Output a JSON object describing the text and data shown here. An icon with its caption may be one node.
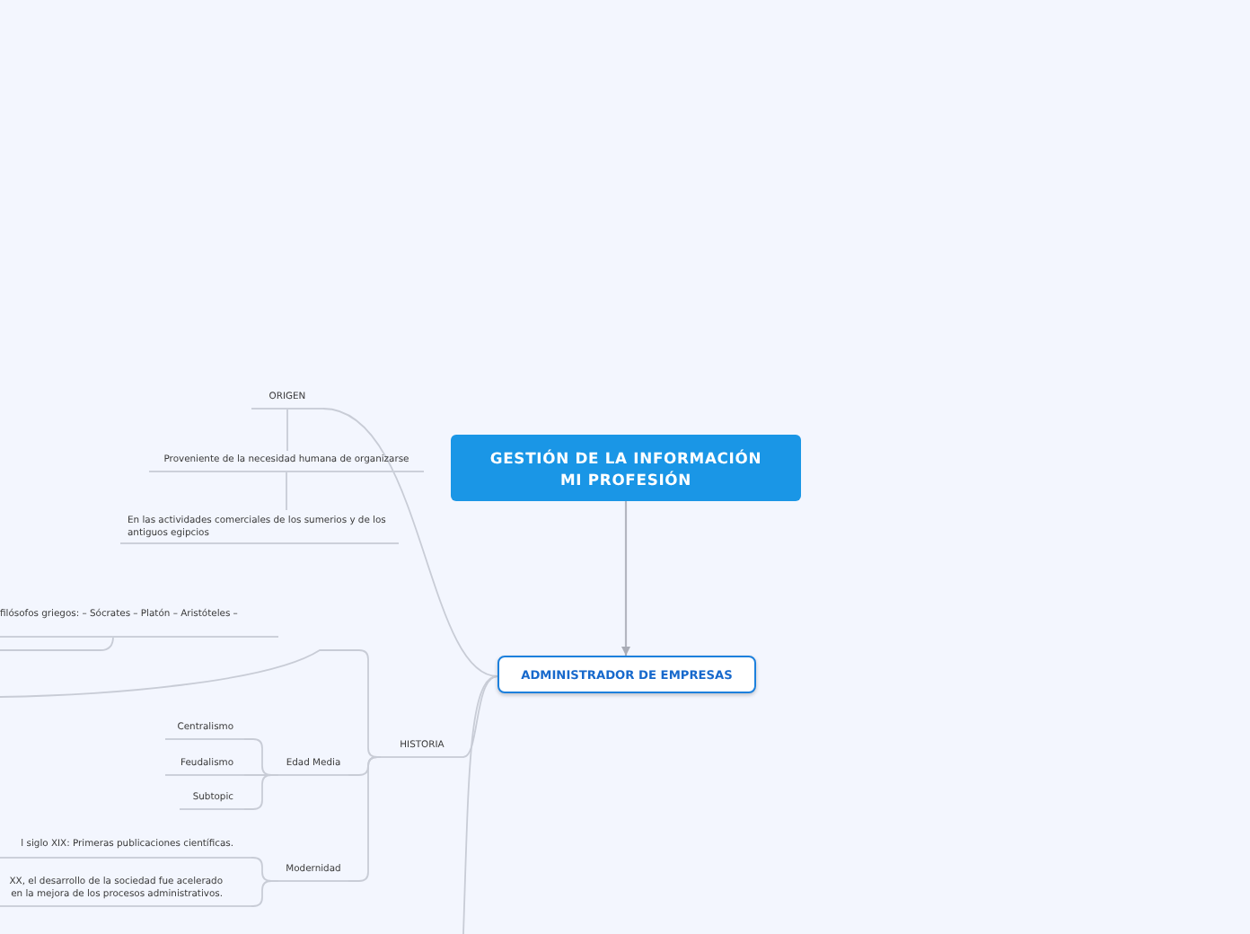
{
  "diagram": {
    "nodes": [
      {
        "text": [
          "GESTIÓN DE LA INFORMACIÓN MI PROFESIÓN"
        ]
      },
      {
        "text": [
          "ADMINISTRADOR DE EMPRESAS"
        ]
      },
      {
        "text": [
          "ORIGEN"
        ]
      },
      {
        "text": [
          "Proveniente de la necesidad humana de organizarse"
        ]
      },
      {
        "text": [
          "En las actividades comerciales de los sumerios y de los antiguos egipcios"
        ]
      },
      {
        "text": [
          "filósofos griegos: – Sócrates – Platón – Aristóteles –"
        ]
      },
      {
        "text": [
          "HISTORIA"
        ]
      },
      {
        "text": [
          "Edad Media"
        ]
      },
      {
        "text": [
          "Centralismo"
        ]
      },
      {
        "text": [
          "Feudalismo"
        ]
      },
      {
        "text": [
          "Subtopic"
        ]
      },
      {
        "text": [
          "Modernidad"
        ]
      },
      {
        "text": [
          "l siglo XIX: Primeras publicaciones científicas."
        ]
      },
      {
        "text": [
          "XX, el desarrollo de la sociedad fue acelerado en la mejora de los procesos administrativos."
        ]
      }
    ],
    "edges": [
      {
        "from": 0,
        "to": 1,
        "arrow": "to"
      },
      {
        "from": 1,
        "to": 2,
        "arrow": "none"
      },
      {
        "from": 2,
        "to": 3,
        "arrow": "none"
      },
      {
        "from": 3,
        "to": 4,
        "arrow": "none"
      },
      {
        "from": 1,
        "to": 6,
        "arrow": "none"
      },
      {
        "from": 1,
        "to": null,
        "arrow": "none"
      },
      {
        "from": 6,
        "to": null,
        "arrow": "none"
      },
      {
        "from": null,
        "to": 5,
        "arrow": "none"
      },
      {
        "from": 6,
        "to": 7,
        "arrow": "none"
      },
      {
        "from": 6,
        "to": 11,
        "arrow": "none"
      },
      {
        "from": 7,
        "to": 8,
        "arrow": "none"
      },
      {
        "from": 7,
        "to": 9,
        "arrow": "none"
      },
      {
        "from": 7,
        "to": 10,
        "arrow": "none"
      },
      {
        "from": 11,
        "to": 12,
        "arrow": "none"
      },
      {
        "from": 11,
        "to": 13,
        "arrow": "none"
      }
    ]
  }
}
